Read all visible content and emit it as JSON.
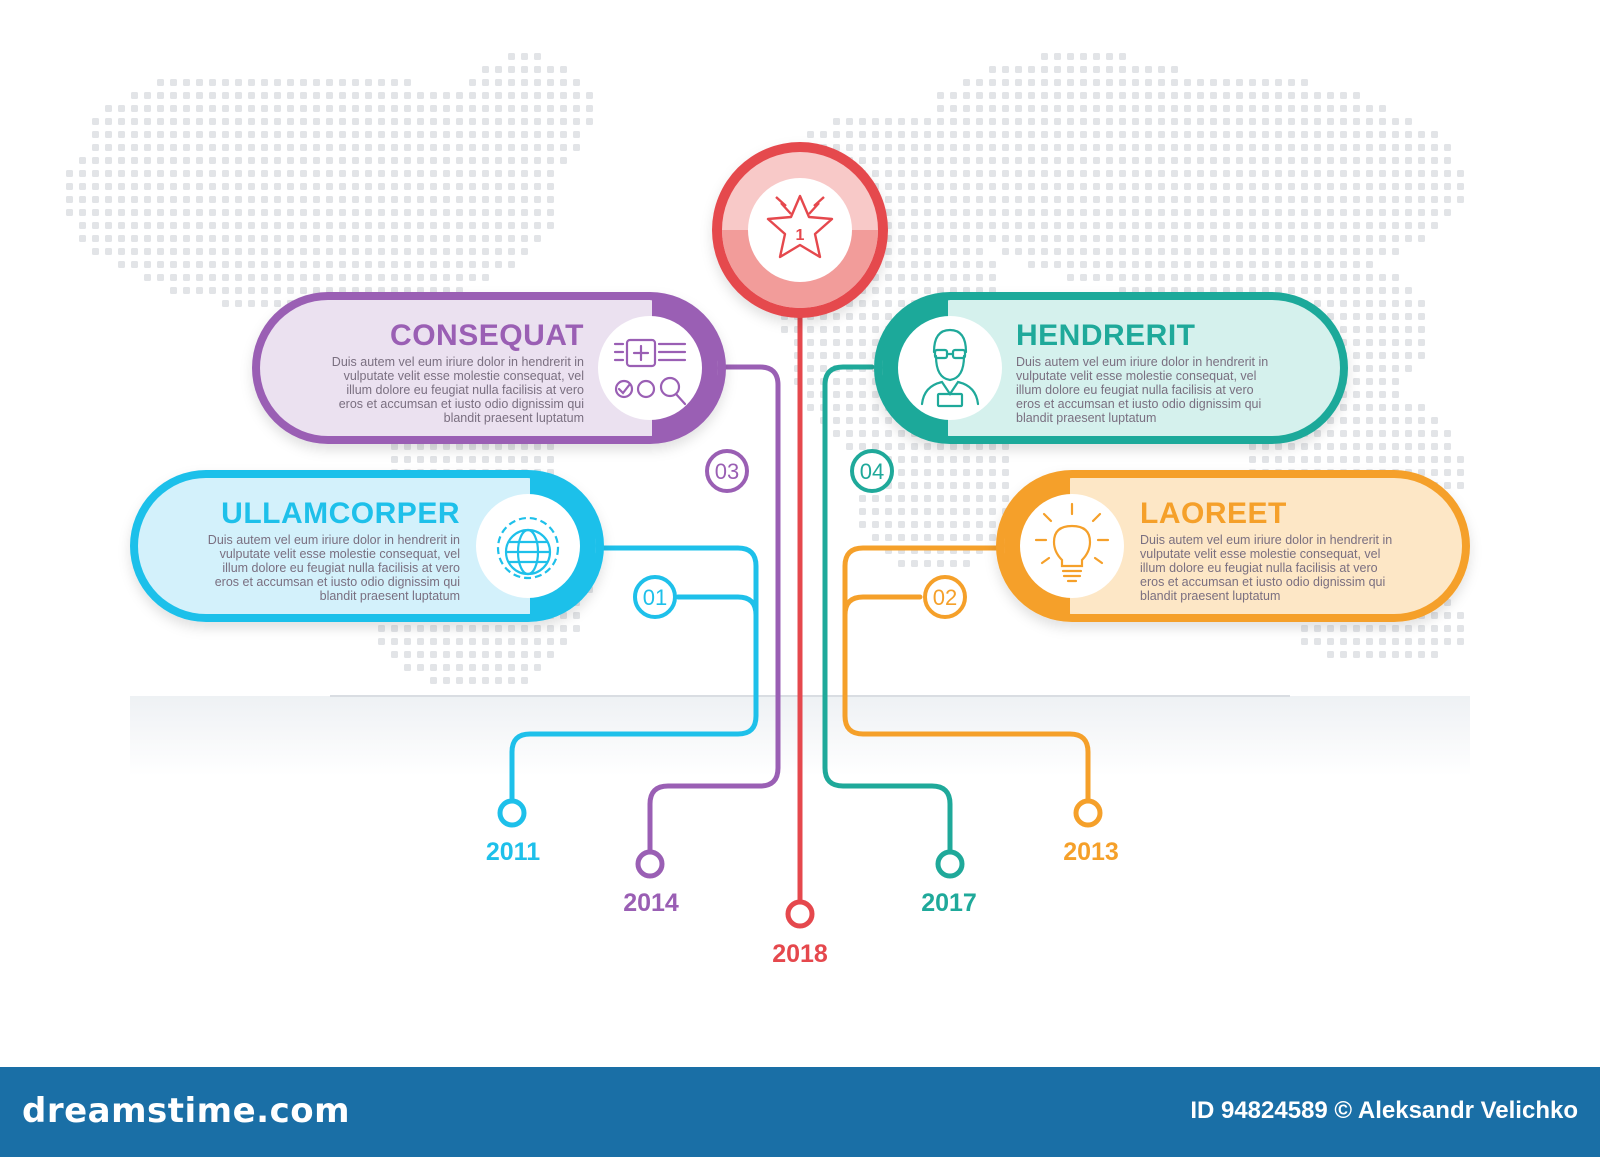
{
  "colors": {
    "red": "#e5484d",
    "purple": "#9a5fb4",
    "teal": "#1fa99a",
    "cyan": "#1ec0ea",
    "orange": "#f5a02a",
    "map_dots": "#e2e4e7"
  },
  "center": {
    "icon": "star-medal-icon",
    "year": "2018"
  },
  "cards": [
    {
      "id": "consequat",
      "title": "CONSEQUAT",
      "text": [
        "Duis autem vel eum iriure dolor in hendrerit in",
        "vulputate velit esse molestie consequat, vel",
        "illum dolore eu feugiat nulla facilisis at vero",
        "eros et accumsan et iusto odio dignissim qui",
        "blandit praesent luptatum"
      ],
      "icon": "checklist-magnifier-icon",
      "number": "03",
      "year": "2014"
    },
    {
      "id": "ullamcorper",
      "title": "ULLAMCORPER",
      "text": [
        "Duis autem vel eum iriure dolor in hendrerit in",
        "vulputate velit esse molestie consequat, vel",
        "illum dolore eu feugiat nulla facilisis at vero",
        "eros et accumsan et iusto odio dignissim qui",
        "blandit praesent luptatum"
      ],
      "icon": "globe-gear-icon",
      "number": "01",
      "year": "2011"
    },
    {
      "id": "hendrerit",
      "title": "HENDRERIT",
      "text": [
        "Duis autem vel eum iriure dolor in hendrerit in",
        "vulputate velit esse molestie consequat, vel",
        "illum dolore eu feugiat nulla facilisis at vero",
        "eros et accumsan et iusto odio dignissim qui",
        "blandit praesent luptatum"
      ],
      "icon": "person-glasses-icon",
      "number": "04",
      "year": "2017"
    },
    {
      "id": "laoreet",
      "title": "LAOREET",
      "text": [
        "Duis autem vel eum iriure dolor in hendrerit in",
        "vulputate velit esse molestie consequat, vel",
        "illum dolore eu feugiat nulla facilisis at vero",
        "eros et accumsan et iusto odio dignissim qui",
        "blandit praesent luptatum"
      ],
      "icon": "lightbulb-icon",
      "number": "02",
      "year": "2013"
    }
  ],
  "footer": {
    "brand": "dreamstime.com",
    "credit": "ID 94824589 © Aleksandr Velichko"
  }
}
